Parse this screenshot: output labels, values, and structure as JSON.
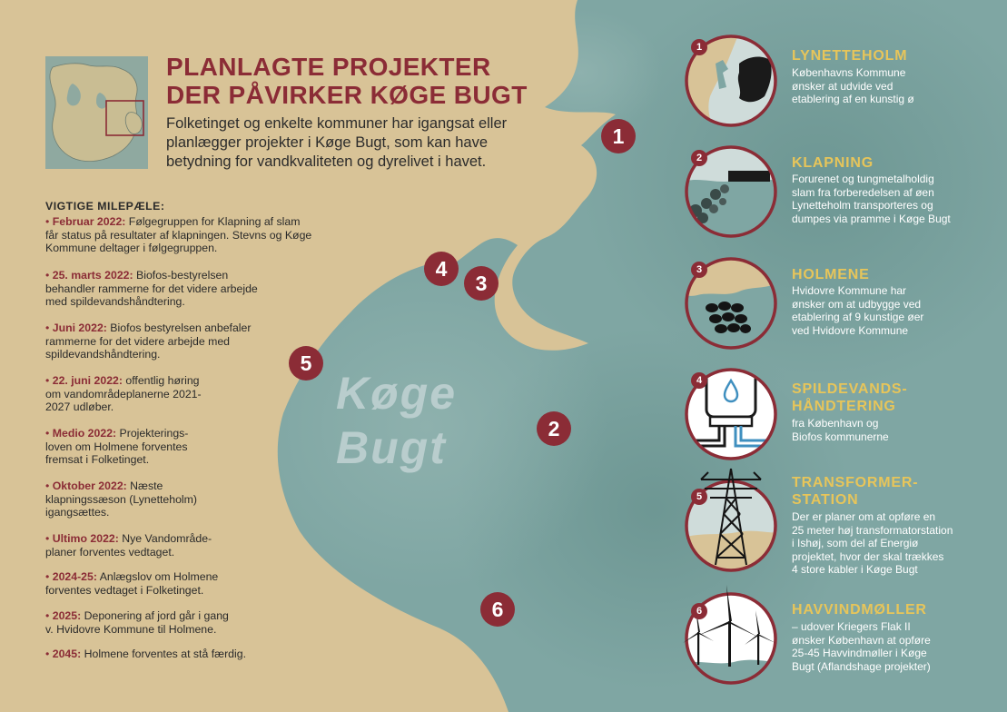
{
  "header": {
    "title_line1": "PLANLAGTE PROJEKTER",
    "title_line2": "DER PÅVIRKER KØGE BUGT",
    "intro": "Folketinget og enkelte kommuner har igangsat eller planlægger projekter i Køge Bugt, som kan have betydning for vandkvaliteten og dyrelivet i havet."
  },
  "colors": {
    "land": "#d8c397",
    "sea": "#7fa6a3",
    "accent": "#8b2c36",
    "project_title": "#e7c55a"
  },
  "map": {
    "bay_label_line1": "Køge",
    "bay_label_line2": "Bugt",
    "markers": [
      "1",
      "2",
      "3",
      "4",
      "5",
      "6"
    ]
  },
  "milestones": {
    "heading": "VIGTIGE MILEPÆLE:",
    "bullet": "•",
    "items": [
      {
        "date": "Februar 2022:",
        "text": " Følgegruppen for Klapning af slam\nfår status på resultater af klapningen. Stevns og Køge\nKommune deltager i følgegruppen."
      },
      {
        "date": "25. marts 2022:",
        "text": " Biofos-bestyrelsen\nbehandler rammerne for det videre arbejde\nmed spildevandshåndtering."
      },
      {
        "date": "Juni 2022:",
        "text": " Biofos bestyrelsen anbefaler\nrammerne for det videre arbejde med\nspildevandshåndtering."
      },
      {
        "date": "22. juni 2022:",
        "text": " offentlig høring\nom vandområdeplanerne 2021-\n2027 udløber."
      },
      {
        "date": "Medio 2022:",
        "text": " Projekterings-\nloven om Holmene forventes\nfremsat i Folketinget."
      },
      {
        "date": "Oktober 2022:",
        "text": " Næste\nklapningssæson (Lynetteholm)\nigangsættes."
      },
      {
        "date": "Ultimo 2022:",
        "text": " Nye Vandområde-\nplaner forventes vedtaget."
      },
      {
        "date": "2024-25:",
        "text": " Anlægslov om Holmene\nforventes vedtaget i Folketinget."
      },
      {
        "date": "2025:",
        "text": " Deponering af jord går i gang\nv. Hvidovre Kommune til Holmene."
      },
      {
        "date": "2045:",
        "text": " Holmene forventes at stå færdig."
      }
    ]
  },
  "projects": [
    {
      "num": "1",
      "title": "LYNETTEHOLM",
      "icon": "lynetteholm-icon",
      "desc": "Københavns Kommune\nønsker at udvide ved\netablering af en kunstig ø"
    },
    {
      "num": "2",
      "title": "KLAPNING",
      "icon": "klapning-icon",
      "desc": "Forurenet og tungmetalholdig\nslam fra forberedelsen af øen\nLynetteholm transporteres og\ndumpes via pramme i Køge Bugt"
    },
    {
      "num": "3",
      "title": "HOLMENE",
      "icon": "holmene-icon",
      "desc": "Hvidovre Kommune har\nønsker om at udbygge ved\netablering af 9 kunstige øer\nved Hvidovre Kommune"
    },
    {
      "num": "4",
      "title": "SPILDEVANDS-\nHÅNDTERING",
      "icon": "wastewater-icon",
      "desc": "fra København og\nBiofos kommunerne"
    },
    {
      "num": "5",
      "title": "TRANSFORMER-\nSTATION",
      "icon": "transformer-tower-icon",
      "desc": "Der er planer om at opføre en\n25 meter høj transformatorstation\ni Ishøj, som del af Energiø\nprojektet, hvor der skal trækkes\n4 store kabler i Køge Bugt"
    },
    {
      "num": "6",
      "title": "HAVVINDMØLLER",
      "icon": "wind-turbine-icon",
      "desc": "  – udover Kriegers Flak II\nønsker København at opføre\n25-45 Havvindmøller i Køge\nBugt (Aflandshage projekter)"
    }
  ]
}
